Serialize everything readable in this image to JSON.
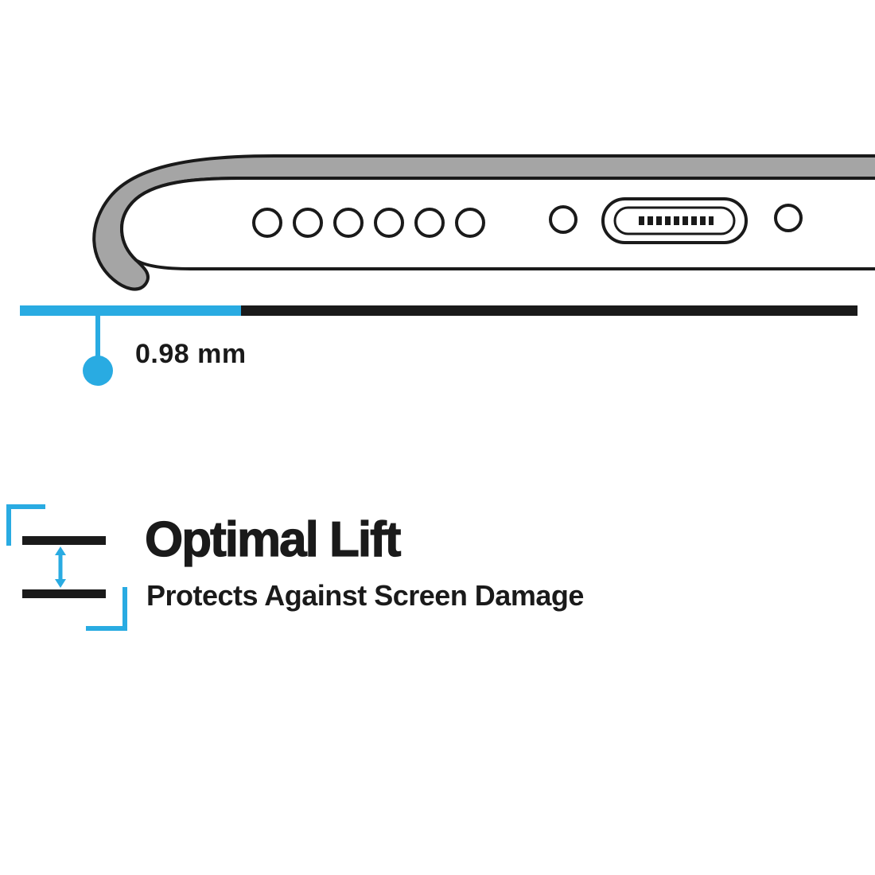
{
  "colors": {
    "accent": "#29ABE2",
    "ink": "#1A1A1A",
    "case_gray": "#A5A5A5",
    "background": "#FFFFFF"
  },
  "measurement": {
    "value": "0.98 mm"
  },
  "feature": {
    "title": "Optimal Lift",
    "subtitle": "Protects Against Screen Damage"
  },
  "icons": {
    "pointer_dot": "filled-circle-marker",
    "lift_gap": "vertical-double-arrow-between-bars",
    "phone_edge": "phone-bottom-with-speaker-holes-and-charging-port"
  }
}
